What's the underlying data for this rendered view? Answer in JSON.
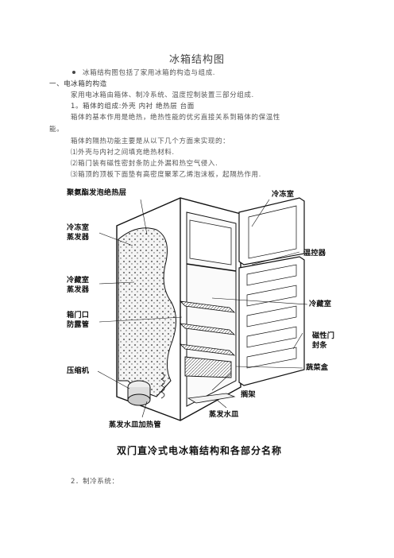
{
  "doc": {
    "title": "冰箱结构图",
    "bullet": "冰箱结构图包括了家用冰箱的构造与组成.",
    "section1_heading": "一、电冰箱的构造",
    "section1_intro": "家用电冰箱由箱体、制冷系统、温度控制装置三部分组成.",
    "sub1_heading": "1。箱体的组成:外壳  内衬  绝热层  台面",
    "sub1_p1_line1": "箱体的基本作用是绝热，绝热性能的优劣直接关系到箱体的保温性",
    "sub1_p1_line2": "能。",
    "sub1_p2": "箱体的隔热功能主要是从以下几个方面来实现的：",
    "list": [
      "⑴外壳与内衬之间填充绝热材料.",
      "⑵箱门装有磁性密封条防止外漏和热空气侵入.",
      "⑶箱顶的顶板下面垫有高密度聚苯乙烯泡沫板，起隔热作用."
    ],
    "section2_heading": "2．制冷系统："
  },
  "figure": {
    "caption": "双门直冷式电冰箱结构和各部分名称",
    "labels": {
      "insulation": "聚氨酯发泡绝热层",
      "freezer_compartment": "冷冻室",
      "freezer_evaporator_1": "冷冻室",
      "freezer_evaporator_2": "蒸发器",
      "thermostat": "温控器",
      "fridge_evaporator_1": "冷藏室",
      "fridge_evaporator_2": "蒸发器",
      "fridge_compartment": "冷藏室",
      "door_heater_1": "箱门口",
      "door_heater_2": "防露管",
      "magnetic_seal_1": "磁性门",
      "magnetic_seal_2": "封条",
      "vegetable_box": "蔬菜盒",
      "compressor": "压缩机",
      "shelf": "搁架",
      "drip_tray": "蒸发水皿",
      "drip_tray_heater": "蒸发水皿加热管"
    }
  }
}
